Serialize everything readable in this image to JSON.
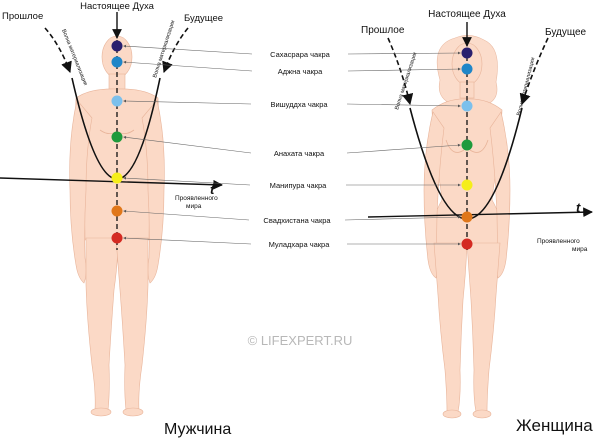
{
  "labels": {
    "past": "Прошлое",
    "present": "Настоящее Духа",
    "future": "Будущее",
    "wave_matter": "Волна материализации",
    "time_axis": "t",
    "manifested_line1": "Проявленного",
    "manifested_line2": "мира",
    "male": "Мужчина",
    "female": "Женщина",
    "watermark": "© LIFEXPERT.RU"
  },
  "chakras": [
    {
      "name": "Сахасрара чакра",
      "color": "#2a1f6e"
    },
    {
      "name": "Аджна чакра",
      "color": "#1f86c8"
    },
    {
      "name": "Вишуддха  чакра",
      "color": "#7cc0ec"
    },
    {
      "name": "Анахата чакра",
      "color": "#1e9a3c"
    },
    {
      "name": "Манипура чакра",
      "color": "#f5ee1a"
    },
    {
      "name": "Свадхистана  чакра",
      "color": "#e0771a"
    },
    {
      "name": "Муладхара чакра",
      "color": "#d42a22"
    }
  ],
  "colors": {
    "skin": "#fbd9c6",
    "skin_stroke": "#e8b49a",
    "line": "#111111",
    "pointer": "#666666"
  }
}
